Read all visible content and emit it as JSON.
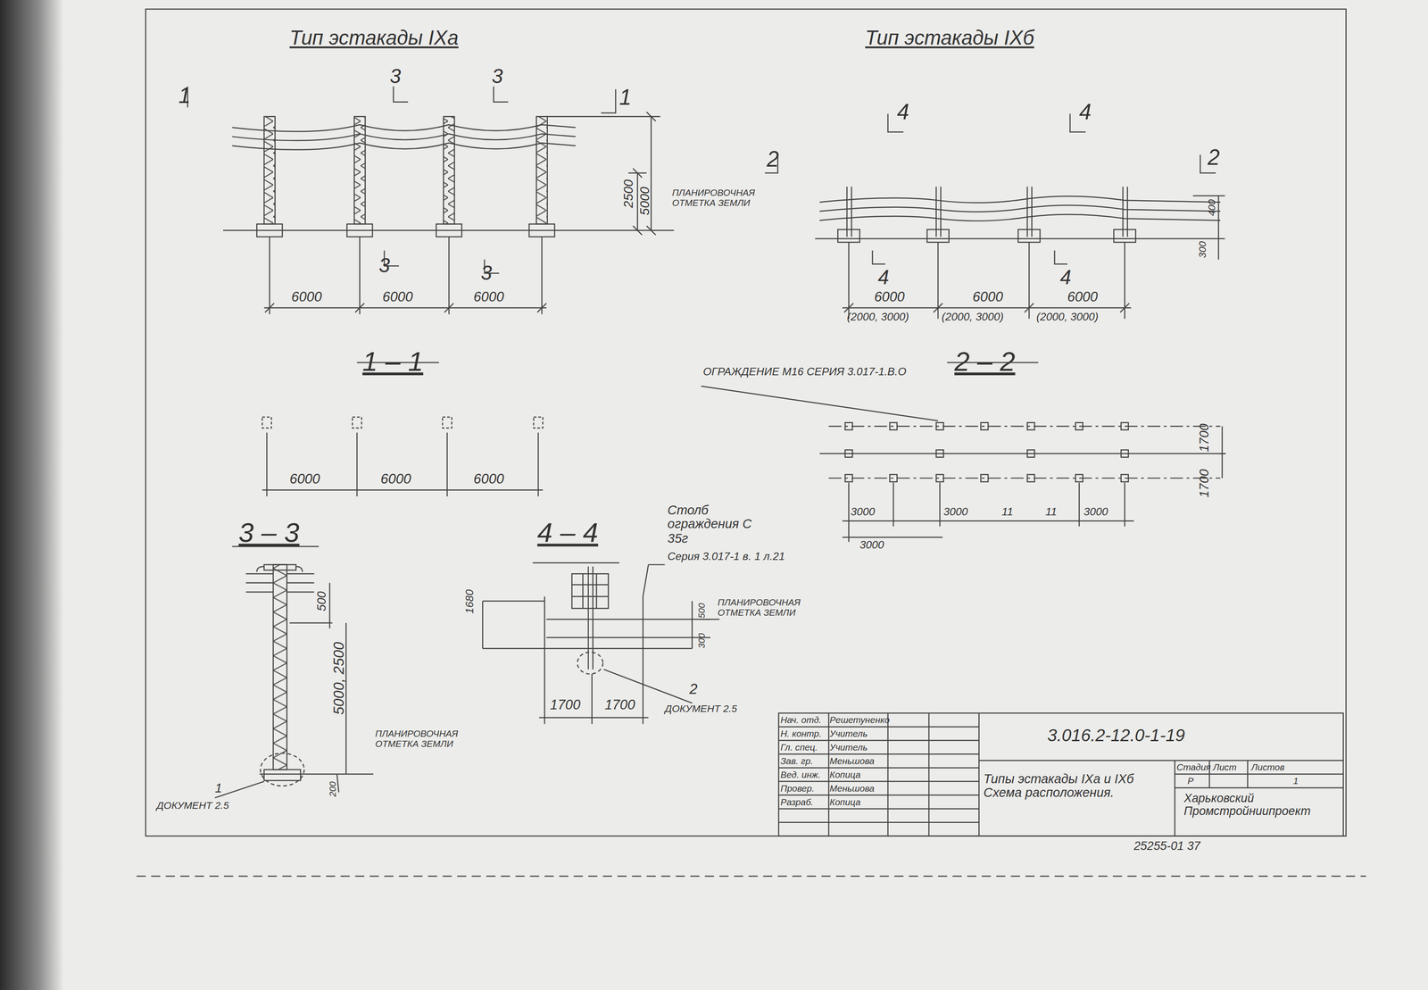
{
  "diagram": {
    "labels": [
      "Тип эстакады IXа",
      "Тип эстакады IXб",
      "1",
      "3",
      "3",
      "1",
      "2500",
      "5000",
      "ПЛАНИРОВОЧНАЯ ОТМЕТКА ЗЕМЛИ",
      "3",
      "3",
      "6000",
      "6000",
      "6000",
      "2",
      "4",
      "4",
      "2",
      "4",
      "4",
      "400",
      "300",
      "6000",
      "6000",
      "6000",
      "(2000, 3000)",
      "(2000, 3000)",
      "(2000, 3000)",
      "1 – 1",
      "2 – 2",
      "ОГРАЖДЕНИЕ М16 СЕРИЯ 3.017-1.В.О",
      "6000",
      "6000",
      "6000",
      "1700",
      "1700",
      "3000",
      "3000",
      "3000",
      "11",
      "11",
      "3000",
      "3 – 3",
      "4 – 4",
      "Столб ограждения С 35г",
      "Серия 3.017-1 в. 1 л.21",
      "1680",
      "500",
      "300",
      "ПЛАНИРОВОЧНАЯ ОТМЕТКА ЗЕМЛИ",
      "1700",
      "1700",
      "2",
      "ДОКУМЕНТ 2.5",
      "500",
      "5000, 2500",
      "ПЛАНИРОВОЧНАЯ ОТМЕТКА ЗЕМЛИ",
      "200",
      "1",
      "ДОКУМЕНТ 2.5",
      "Нач. отд.",
      "Решетуненко",
      "Н. контр.",
      "Учитель",
      "Гл. спец.",
      "Учитель",
      "Зав. гр.",
      "Меньшова",
      "Вед. инж.",
      "Копица",
      "Провер.",
      "Меньшова",
      "Разраб.",
      "Копица",
      "3.016.2-12.0-1-19",
      "Типы эстакады IXа и IXб Схема расположения.",
      "Стадия",
      "Лист",
      "Листов",
      "Р",
      "1",
      "Харьковский Промстройниипроект",
      "25255-01 37"
    ]
  }
}
